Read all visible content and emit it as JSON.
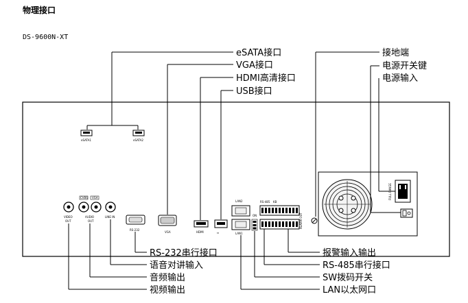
{
  "page": {
    "heading": "物理接口",
    "model": "DS-9600N-XT"
  },
  "callouts_top": {
    "esata": "eSATA接口",
    "vga": "VGA接口",
    "hdmi": "HDMI高清接口",
    "usb": "USB接口",
    "ground": "接地端",
    "power_switch": "电源开关键",
    "power_input": "电源输入"
  },
  "callouts_bottom": {
    "alarm_io": "报警输入输出",
    "rs485": "RS-485串行接口",
    "sw_dip": "SW拨码开关",
    "lan": "LAN以太网口",
    "rs232": "RS-232串行接口",
    "audio_in": "语音对讲输入",
    "audio_out": "音频输出",
    "video_out": "视频输出"
  },
  "panel_labels": {
    "esata1": "eSATA1",
    "esata2": "eSATA2",
    "video_out_1": "VIDEO",
    "video_out_2": "OUT",
    "audio_out_1": "AUDIO",
    "audio_out_2": "OUT",
    "cvbs": "CVBS",
    "vga_tag": "VGA",
    "line_in": "LINE IN",
    "rs232": "RS-232",
    "vga": "VGA",
    "hdmi": "HDMI",
    "lan1": "LAN1",
    "lan2": "LAN2",
    "on": "ON",
    "rs485": "RS-485",
    "kb": "KB",
    "alarm_out": "ALARM OUT",
    "full_range": "FULL RANGE"
  }
}
